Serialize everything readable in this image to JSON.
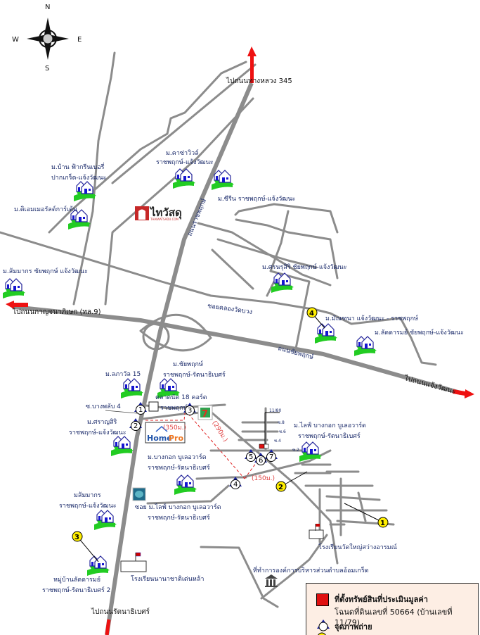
{
  "compass": {
    "n": "N",
    "s": "S",
    "e": "E",
    "w": "W"
  },
  "directions": {
    "north": "ไปถนนทางหลวง 345",
    "west": "ไปถนนกาญจนาภิเษก (ทล.9)",
    "east": "ไปถนนแจ้งวัฒนะ",
    "south": "ไปถนนรัตนาธิเบศร์"
  },
  "roads": {
    "ratchaphruek": "ถนนราชพฤกษ์",
    "chaiyaphruek": "ถนนชัยพฤกษ์",
    "soi_khlong": "ซอยคลองวัดบวง",
    "soi_bangphlap": "ซ.บางพลับ 4",
    "soi_life": [
      "ซอย ม.ไลฟ์ บางกอก บูเลอวาร์ด",
      "ราชพฤกษ์-รัตนาธิเบศร์"
    ],
    "soi_numbers": [
      "11/80",
      "ซ.8",
      "ซ.6",
      "ซ.4",
      "ซ.2"
    ]
  },
  "villages": [
    [
      "ม.คาซ่าวิวล์",
      "ราชพฤกษ์-แจ้งวัฒนะ"
    ],
    [
      "ม.บ้าน ฟ้ากรีนเบอรี่",
      "ปากเกร็ด-แจ้งวัฒนะ"
    ],
    [
      "ม.ซีรีน ราชพฤกษ์-แจ้งวัฒนะ"
    ],
    [
      "ม.ดิเอมเมอรัลด์การ์เด้น"
    ],
    [
      "ม.ศรนรุสิริ ชัยพฤกษ์-แจ้งวัฒนะ"
    ],
    [
      "ม.ส้มมากร ชัยพฤกษ์ แจ้งวัฒนะ"
    ],
    [
      "ม.มัณฑนา แจ้งวัฒนะ - ราชพฤกษ์"
    ],
    [
      "ม.ลัดดารมย์ ชัยพฤกษ์-แจ้งวัฒนะ"
    ],
    [
      "ม.ลภาวัล 15"
    ],
    [
      "ม.ชัยพฤกษ์",
      "ราชพฤกษ์-รัตนาธิเบศร์"
    ],
    [
      "ม.ศราญสิริ",
      "ราชพฤกษ์-แจ้งวัฒนะ"
    ],
    [
      "ม.ไลฟ์ บางกอก บูเลอวาร์ด",
      "ราชพฤกษ์-รัตนาธิเบศร์"
    ],
    [
      "ม.บางกอก บูเลอวาร์ด",
      "ราชพฤกษ์-รัตนาธิเบศร์"
    ],
    [
      "มส้มมากร",
      "ราชพฤกษ์-แจ้งวัฒนะ"
    ],
    [
      "หมู่บ้านลัดดารมย์",
      "ราชพฤกษ์-รัตนาธิเบศร์ 2"
    ]
  ],
  "landmarks": {
    "thaiwatsadu": "ไทวัสดุ",
    "thaiwatsadu_sub": "THAIWATSADU.COM",
    "market": [
      "ตลาดนัด 18 คอร์ด",
      "ราชพฤกษ์"
    ],
    "homepro": [
      "Home",
      "Pro"
    ],
    "seven_eleven": "7",
    "school1": "โรงเรียนวัดใหญ่สว่างอารมณ์",
    "school2": "โรงเรียนนานาชาติเด่นหล้า",
    "sao": "ที่ทำการองค์การบริหารส่วนตำบลอ้อมเกร็ด"
  },
  "distances": [
    "(350ม.)",
    "(290ม.)",
    "(150ม.)"
  ],
  "photo_points": [
    "1",
    "2",
    "3",
    "4",
    "5",
    "6",
    "7"
  ],
  "comparables": [
    "1",
    "2",
    "3",
    "4"
  ],
  "legend": {
    "subject": "ที่ตั้งทรัพย์สินที่ประเมินมูลค่า",
    "deed": "โฉนดที่ดินเลขที่ 50664 (บ้านเลขที่ 11/79)",
    "photo": "จุดภาพถ่าย",
    "subject_color": "#e01010"
  }
}
